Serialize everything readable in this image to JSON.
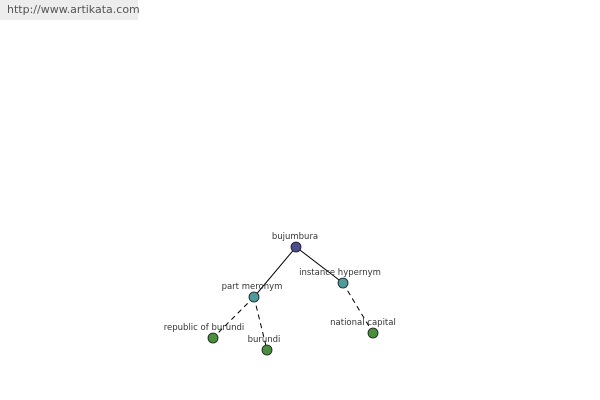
{
  "source_url": "http://www.artikata.com",
  "graph": {
    "colors": {
      "root": "#4a4c8f",
      "relation": "#4f9a9a",
      "leaf": "#4a8f3e"
    },
    "nodes": {
      "root": "bujumbura",
      "part_meronym": "part meronym",
      "instance_hypernym": "instance hypernym",
      "republic_of_burundi": "republic of burundi",
      "burundi": "burundi",
      "national_capital": "national capital"
    }
  }
}
